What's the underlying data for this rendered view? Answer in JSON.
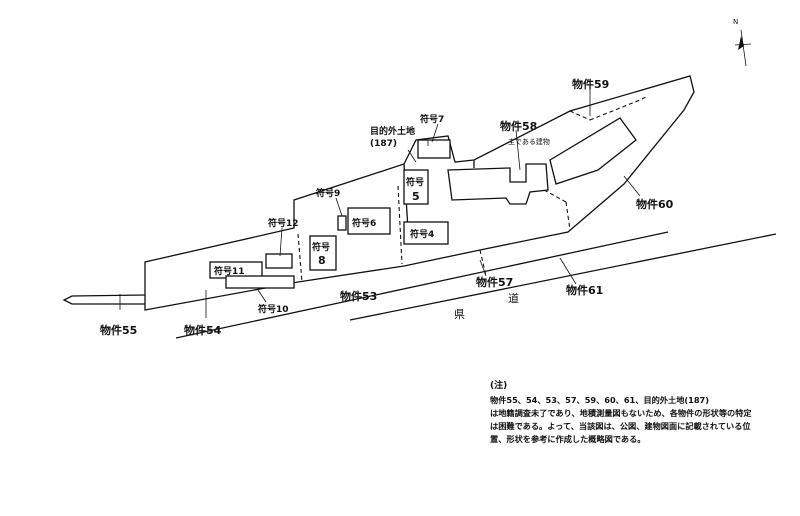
{
  "map": {
    "property_labels": {
      "p55": "物件55",
      "p54": "物件54",
      "p53": "物件53",
      "p57": "物件57",
      "p58": "物件58",
      "p59": "物件59",
      "p60": "物件60",
      "p61": "物件61"
    },
    "building_labels": {
      "b4": "符号4",
      "b5a": "符号",
      "b5b": "5",
      "b6": "符号6",
      "b7": "符号7",
      "b8a": "符号",
      "b8b": "8",
      "b9": "符号9",
      "b10": "符号10",
      "b11": "符号11",
      "b12": "符号12"
    },
    "other_labels": {
      "excluded_land": "目的外土地",
      "excluded_land_num": "(187)",
      "main_building": "主である建物",
      "road_char_1": "県",
      "road_char_2": "道"
    },
    "north_arrow": "north-arrow-icon"
  },
  "note": {
    "heading": "(注)",
    "lines": [
      "物件55、54、53、57、59、60、61、目的外土地(187)",
      "は地籍調査未了であり、地積測量図もないため、各物件の形状等の特定",
      "は困難である。よって、当該図は、公図、建物図面に記載されている位",
      "置、形状を参考に作成した概略図である。"
    ]
  }
}
